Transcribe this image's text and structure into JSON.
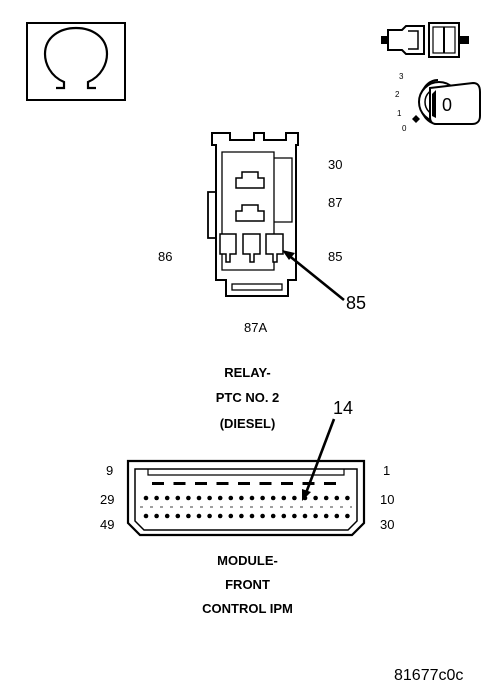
{
  "meter_symbol": {
    "icon": "ohm-icon"
  },
  "ignition_icons": {
    "connector_icon": "connector-disconnect-icon",
    "switch_icon": "ignition-key-icon",
    "positions": [
      "3",
      "2",
      "1",
      "0"
    ],
    "key_position": "0"
  },
  "relay": {
    "terminals": {
      "t30": "30",
      "t87": "87",
      "t86": "86",
      "t85": "85",
      "t87a": "87A"
    },
    "probe_callout": "85",
    "caption": [
      "RELAY-",
      "PTC NO. 2",
      "(DIESEL)"
    ]
  },
  "module": {
    "pins": {
      "row1_left": "9",
      "row1_right": "1",
      "row2_left": "29",
      "row2_right": "10",
      "row3_left": "49",
      "row3_right": "30"
    },
    "probe_callout": "14",
    "caption": [
      "MODULE-",
      "FRONT",
      "CONTROL IPM"
    ]
  },
  "figure_id": "81677c0c"
}
